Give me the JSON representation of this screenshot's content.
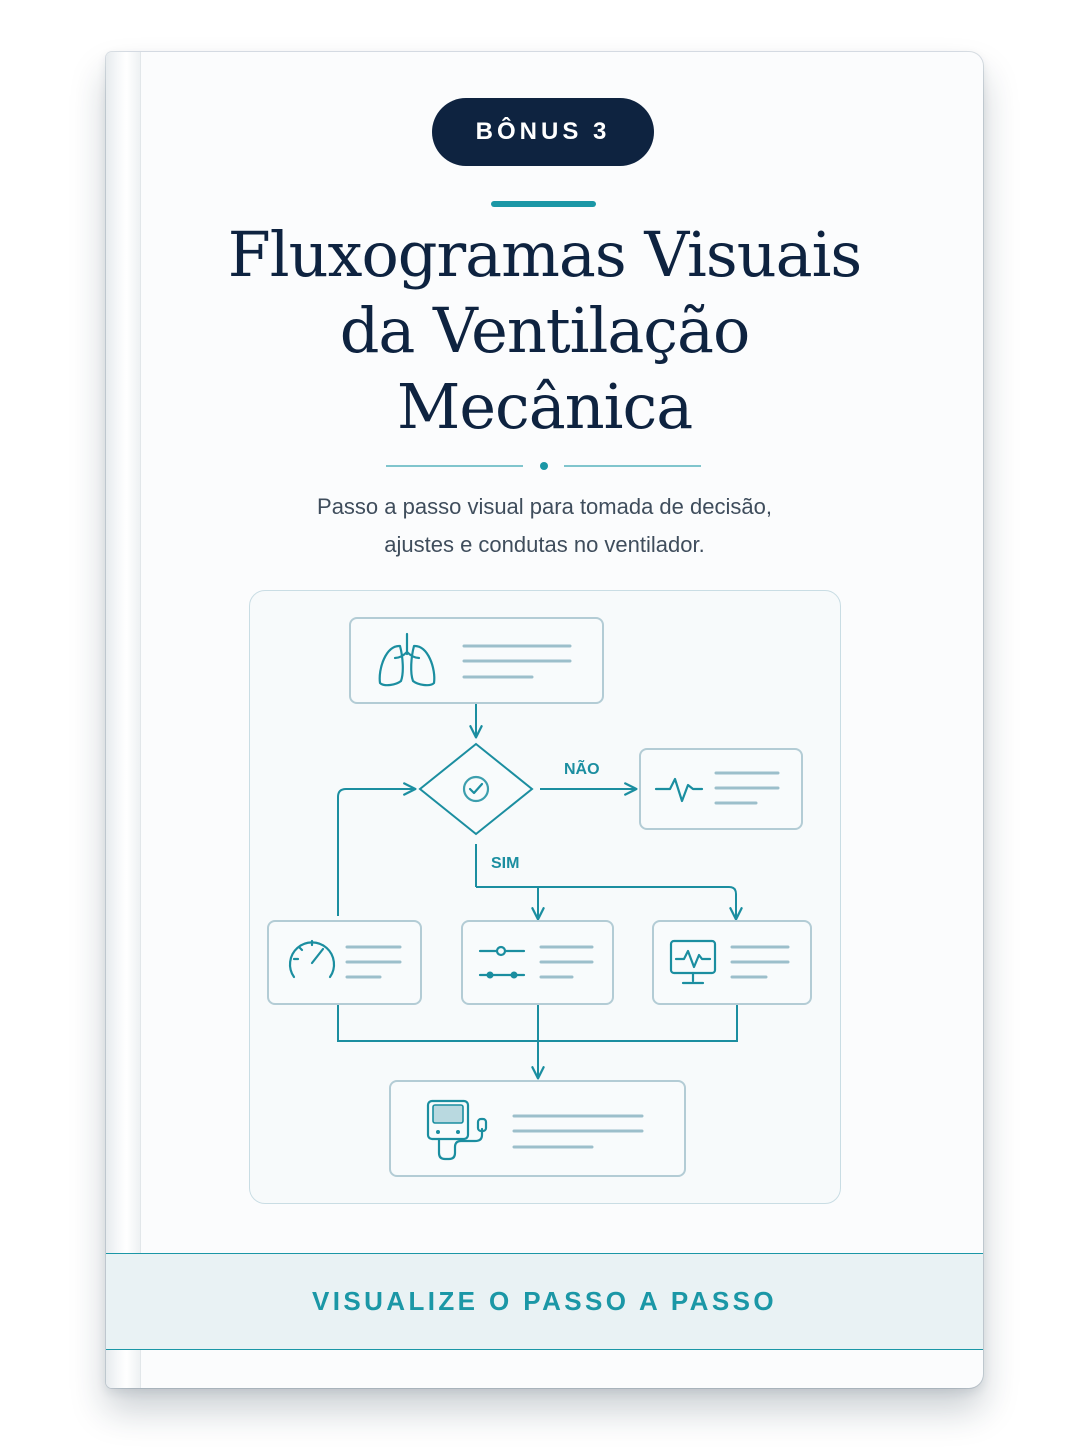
{
  "cover": {
    "badge": "BÔNUS 3",
    "title_lines": [
      "Fluxogramas Visuais",
      "da Ventilação",
      "Mecânica"
    ],
    "subtitle_lines": [
      "Passo a passo visual para tomada de decisão,",
      "ajustes e condutas no ventilador."
    ],
    "flowchart": {
      "no_label": "NÃO",
      "yes_label": "SIM"
    },
    "footer": "VISUALIZE O PASSO A PASSO"
  },
  "colors": {
    "navy": "#0e2340",
    "teal": "#1b97a6",
    "node_border": "#b3ccd5"
  },
  "icons": [
    "lungs-icon",
    "check-icon",
    "waveform-icon",
    "gauge-icon",
    "sliders-icon",
    "monitor-icon",
    "ventilator-icon"
  ]
}
